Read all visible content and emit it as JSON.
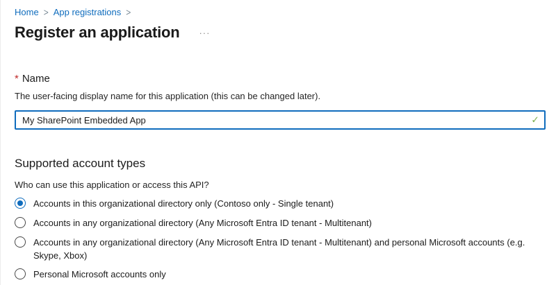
{
  "breadcrumb": {
    "items": [
      {
        "label": "Home"
      },
      {
        "label": "App registrations"
      }
    ],
    "separator": ">"
  },
  "page": {
    "title": "Register an application"
  },
  "icons": {
    "more_options": "···",
    "valid_checkmark": "✓"
  },
  "name_section": {
    "required_marker": "*",
    "label": "Name",
    "description": "The user-facing display name for this application (this can be changed later).",
    "field_value": "My SharePoint Embedded App"
  },
  "account_types_section": {
    "heading": "Supported account types",
    "question": "Who can use this application or access this API?",
    "options": [
      {
        "label": "Accounts in this organizational directory only (Contoso only - Single tenant)",
        "selected": true
      },
      {
        "label": "Accounts in any organizational directory (Any Microsoft Entra ID tenant - Multitenant)",
        "selected": false
      },
      {
        "label": "Accounts in any organizational directory (Any Microsoft Entra ID tenant - Multitenant) and personal Microsoft accounts (e.g. Skype, Xbox)",
        "selected": false
      },
      {
        "label": "Personal Microsoft accounts only",
        "selected": false
      }
    ]
  },
  "colors": {
    "accent_blue": "#0f6cbd",
    "required_red": "#c02b2b",
    "valid_green": "#7fb153",
    "text_primary": "#1b1b1b",
    "separator_gray": "#7a8a96"
  }
}
